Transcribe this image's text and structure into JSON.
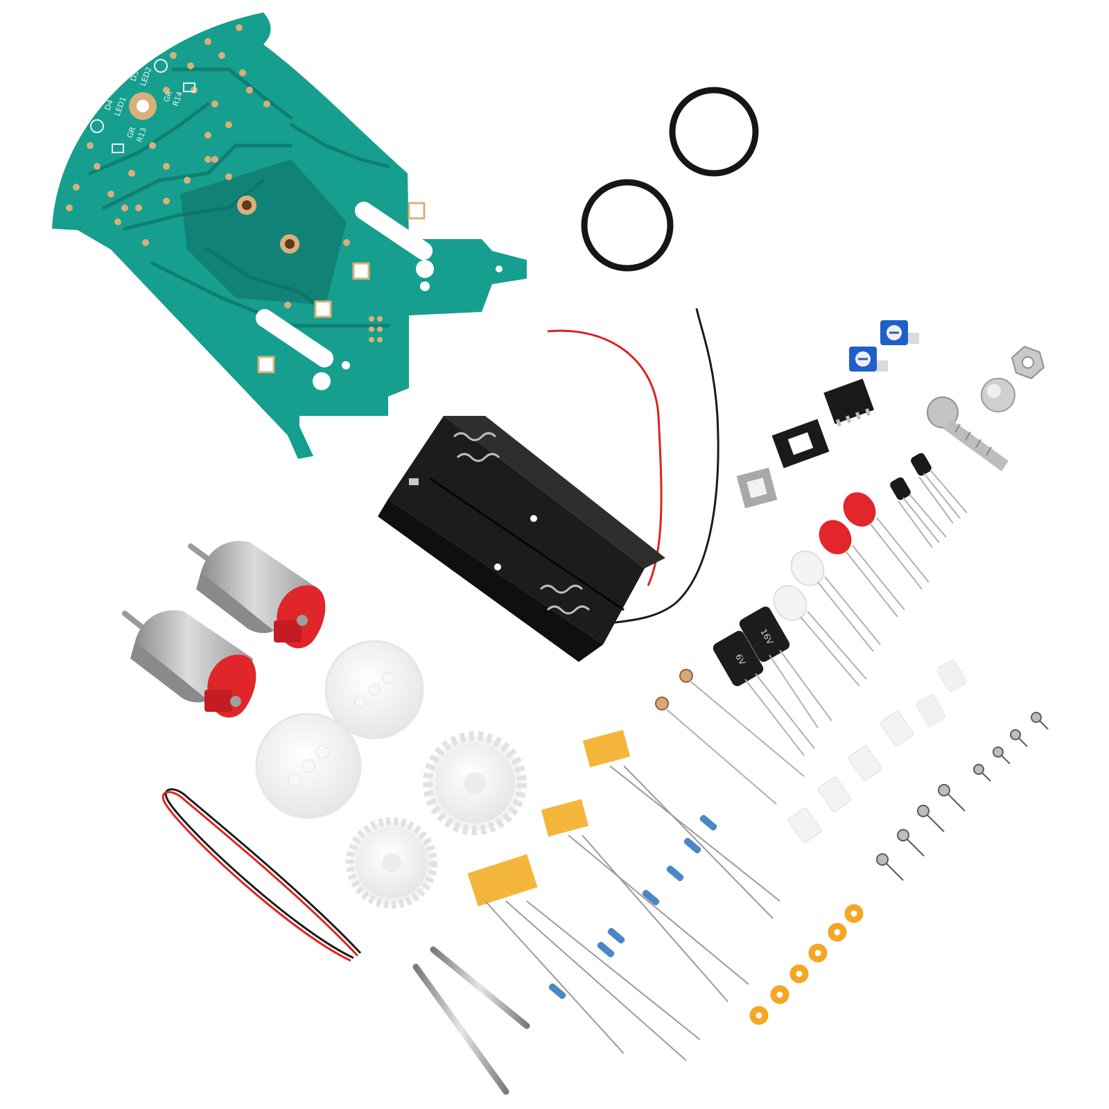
{
  "pcb": {
    "labels": [
      "D4",
      "LED1",
      "D5",
      "LED2",
      "GR",
      "R13",
      "GR",
      "R14"
    ],
    "colors": {
      "board": "#169e8e",
      "trace": "#0e7f73",
      "pad": "#d9b07a"
    }
  },
  "capacitors": {
    "labels": [
      "16V",
      "6V"
    ]
  },
  "colors": {
    "motor_cap": "#e0262b",
    "gear": "#f4f4f4",
    "o_ring": "#161616",
    "washer": "#f5a623",
    "led_red": "#e3262c",
    "potentiometer": "#1f5fc9",
    "wire_red": "#e02020",
    "wire_black": "#1a1a1a",
    "tape": "#f4b63a"
  }
}
